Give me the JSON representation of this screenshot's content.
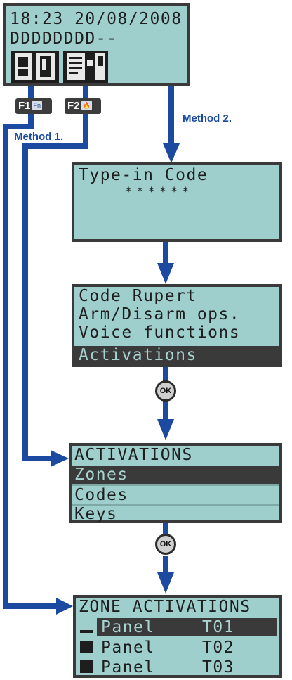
{
  "screen_main": {
    "line1": "18:23 20/08/2008",
    "line2": "DDDDDDDD--"
  },
  "fkeys": {
    "f1": {
      "label": "F1",
      "sub": "Fn"
    },
    "f2": {
      "label": "F2",
      "sub": "🔥"
    }
  },
  "labels": {
    "method1": "Method 1.",
    "method2": "Method 2."
  },
  "screen_code": {
    "line1": "Type-in Code",
    "line2": "******"
  },
  "screen_menu": {
    "items": [
      "Code Rupert",
      "Arm/Disarm ops.",
      "Voice functions",
      "Activations"
    ]
  },
  "ok_buttons": [
    "OK",
    "OK"
  ],
  "screen_activations": {
    "items": [
      "ACTIVATIONS",
      "Zones",
      "Codes",
      "Keys"
    ]
  },
  "screen_zone": {
    "title": "ZONE ACTIVATIONS",
    "rows": [
      {
        "name": "Panel",
        "code": "T01"
      },
      {
        "name": "Panel",
        "code": "T02"
      },
      {
        "name": "Panel",
        "code": "T03"
      }
    ]
  },
  "colors": {
    "arrow": "#1b4aa0",
    "lcd": "#9fcfcd",
    "border": "#3a3a3a"
  }
}
